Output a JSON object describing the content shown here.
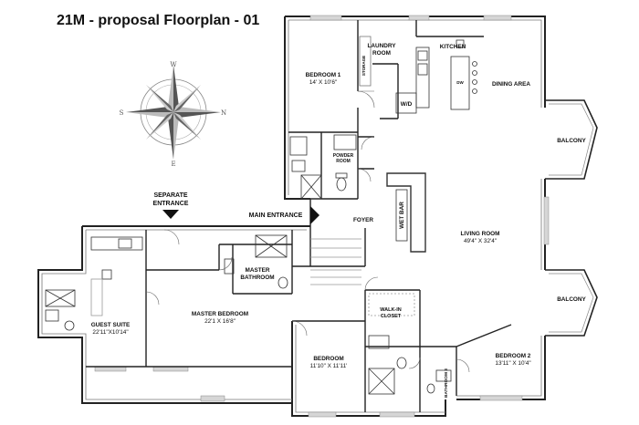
{
  "title": "21M - proposal Floorplan - 01",
  "compass": {
    "n": "N",
    "s": "S",
    "e": "E",
    "w": "W"
  },
  "labels": {
    "bedroom1": "BEDROOM 1",
    "bedroom1_dim": "14' X 10'6\"",
    "laundry1": "LAUNDRY",
    "laundry2": "ROOM",
    "storage": "STORAGE",
    "kitchen": "KITCHEN",
    "dining": "DINING AREA",
    "dw": "DW",
    "wd": "W/D",
    "balcony_top": "BALCONY",
    "balcony_bottom": "BALCONY",
    "powder1": "POWDER",
    "powder2": "ROOM",
    "foyer": "FOYER",
    "wet_bar": "WET BAR",
    "living": "LIVING ROOM",
    "living_dim": "49'4\" X 32'4\"",
    "separate1": "SEPARATE",
    "separate2": "ENTRANCE",
    "main_entrance": "MAIN ENTRANCE",
    "master_bath1": "MASTER",
    "master_bath2": "BATHROOM",
    "master_bed": "MASTER BEDROOM",
    "master_bed_dim": "22'1 X 16'8\"",
    "guest": "GUEST  SUITE",
    "guest_dim": "22'11\"X10'14\"",
    "walkin1": "WALK-IN",
    "walkin2": "CLOSET",
    "bedroom": "BEDROOM",
    "bedroom_dim": "11'10\" X 11'11'",
    "bedroom2": "BEDROOM 2",
    "bedroom2_dim": "13'11\" X 10'4\"",
    "bathroom3": "BATHROOM 3"
  }
}
